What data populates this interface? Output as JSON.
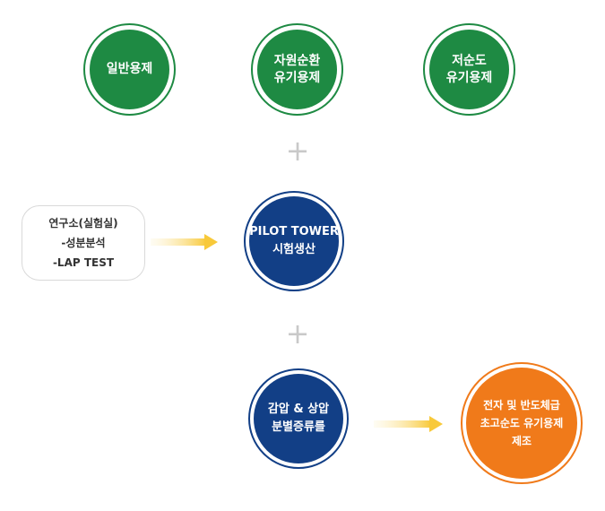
{
  "solvents": {
    "general": {
      "line1": "일반용제"
    },
    "recycled": {
      "line1": "자원순환",
      "line2": "유기용제"
    },
    "low_purity": {
      "line1": "저순도",
      "line2": "유기용제"
    }
  },
  "lab": {
    "line1": "연구소(실험실)",
    "line2": "-성분분석",
    "line3": "-LAP TEST"
  },
  "pilot": {
    "line1": "PILOT TOWER",
    "line2": "시험생산"
  },
  "distillation": {
    "line1": "감압 & 상압",
    "line2": "분별증류를"
  },
  "product": {
    "line1": "전자 및 반도체급",
    "line2": "초고순도 유기용제",
    "line3": "제조"
  },
  "plus_symbol": "+",
  "colors": {
    "green": "#1e8a43",
    "navy": "#123f86",
    "orange": "#f07a1a",
    "arrow": "#f8c93a"
  }
}
